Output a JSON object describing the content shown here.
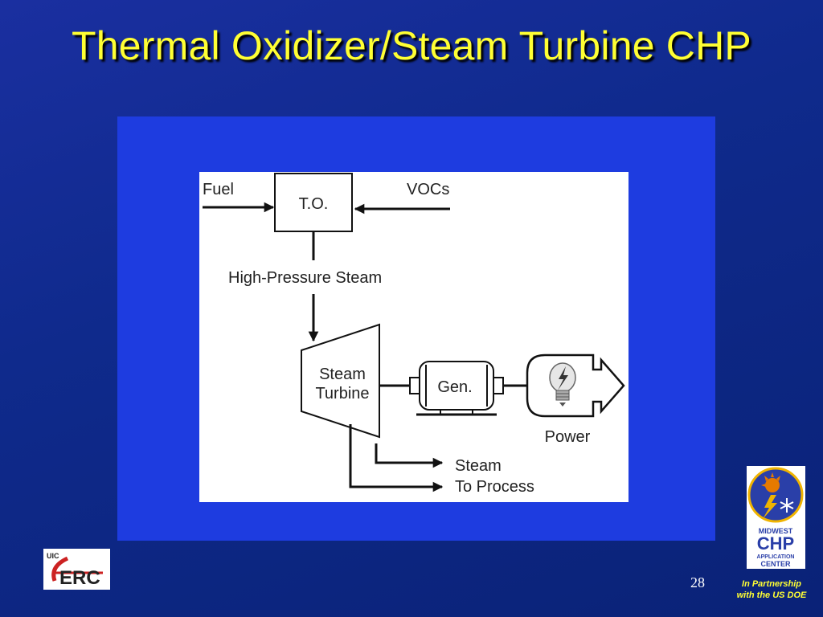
{
  "slide": {
    "title": "Thermal Oxidizer/Steam Turbine CHP",
    "page_number": "28",
    "partnership_line1": "In Partnership",
    "partnership_line2": "with the US DOE"
  },
  "diagram": {
    "fuel": "Fuel",
    "to_box": "T.O.",
    "vocs": "VOCs",
    "hp_steam": "High-Pressure Steam",
    "turbine_line1": "Steam",
    "turbine_line2": "Turbine",
    "generator": "Gen.",
    "power": "Power",
    "process_line1": "Steam",
    "process_line2": "To Process"
  },
  "logos": {
    "left_small": "UIC",
    "left_main": "ERC",
    "right_line1": "MIDWEST",
    "right_line2": "CHP",
    "right_line3": "APPLICATION",
    "right_line4": "CENTER"
  },
  "colors": {
    "title": "#ffff33",
    "background": "#0f2a8c",
    "frame": "#1e3ce0",
    "erc_red": "#cc2222"
  },
  "icons": [
    "right-arrow-icon",
    "left-arrow-icon",
    "down-arrow-icon",
    "lightbulb-icon",
    "lightning-bolt-icon",
    "sun-icon",
    "snowflake-icon"
  ]
}
